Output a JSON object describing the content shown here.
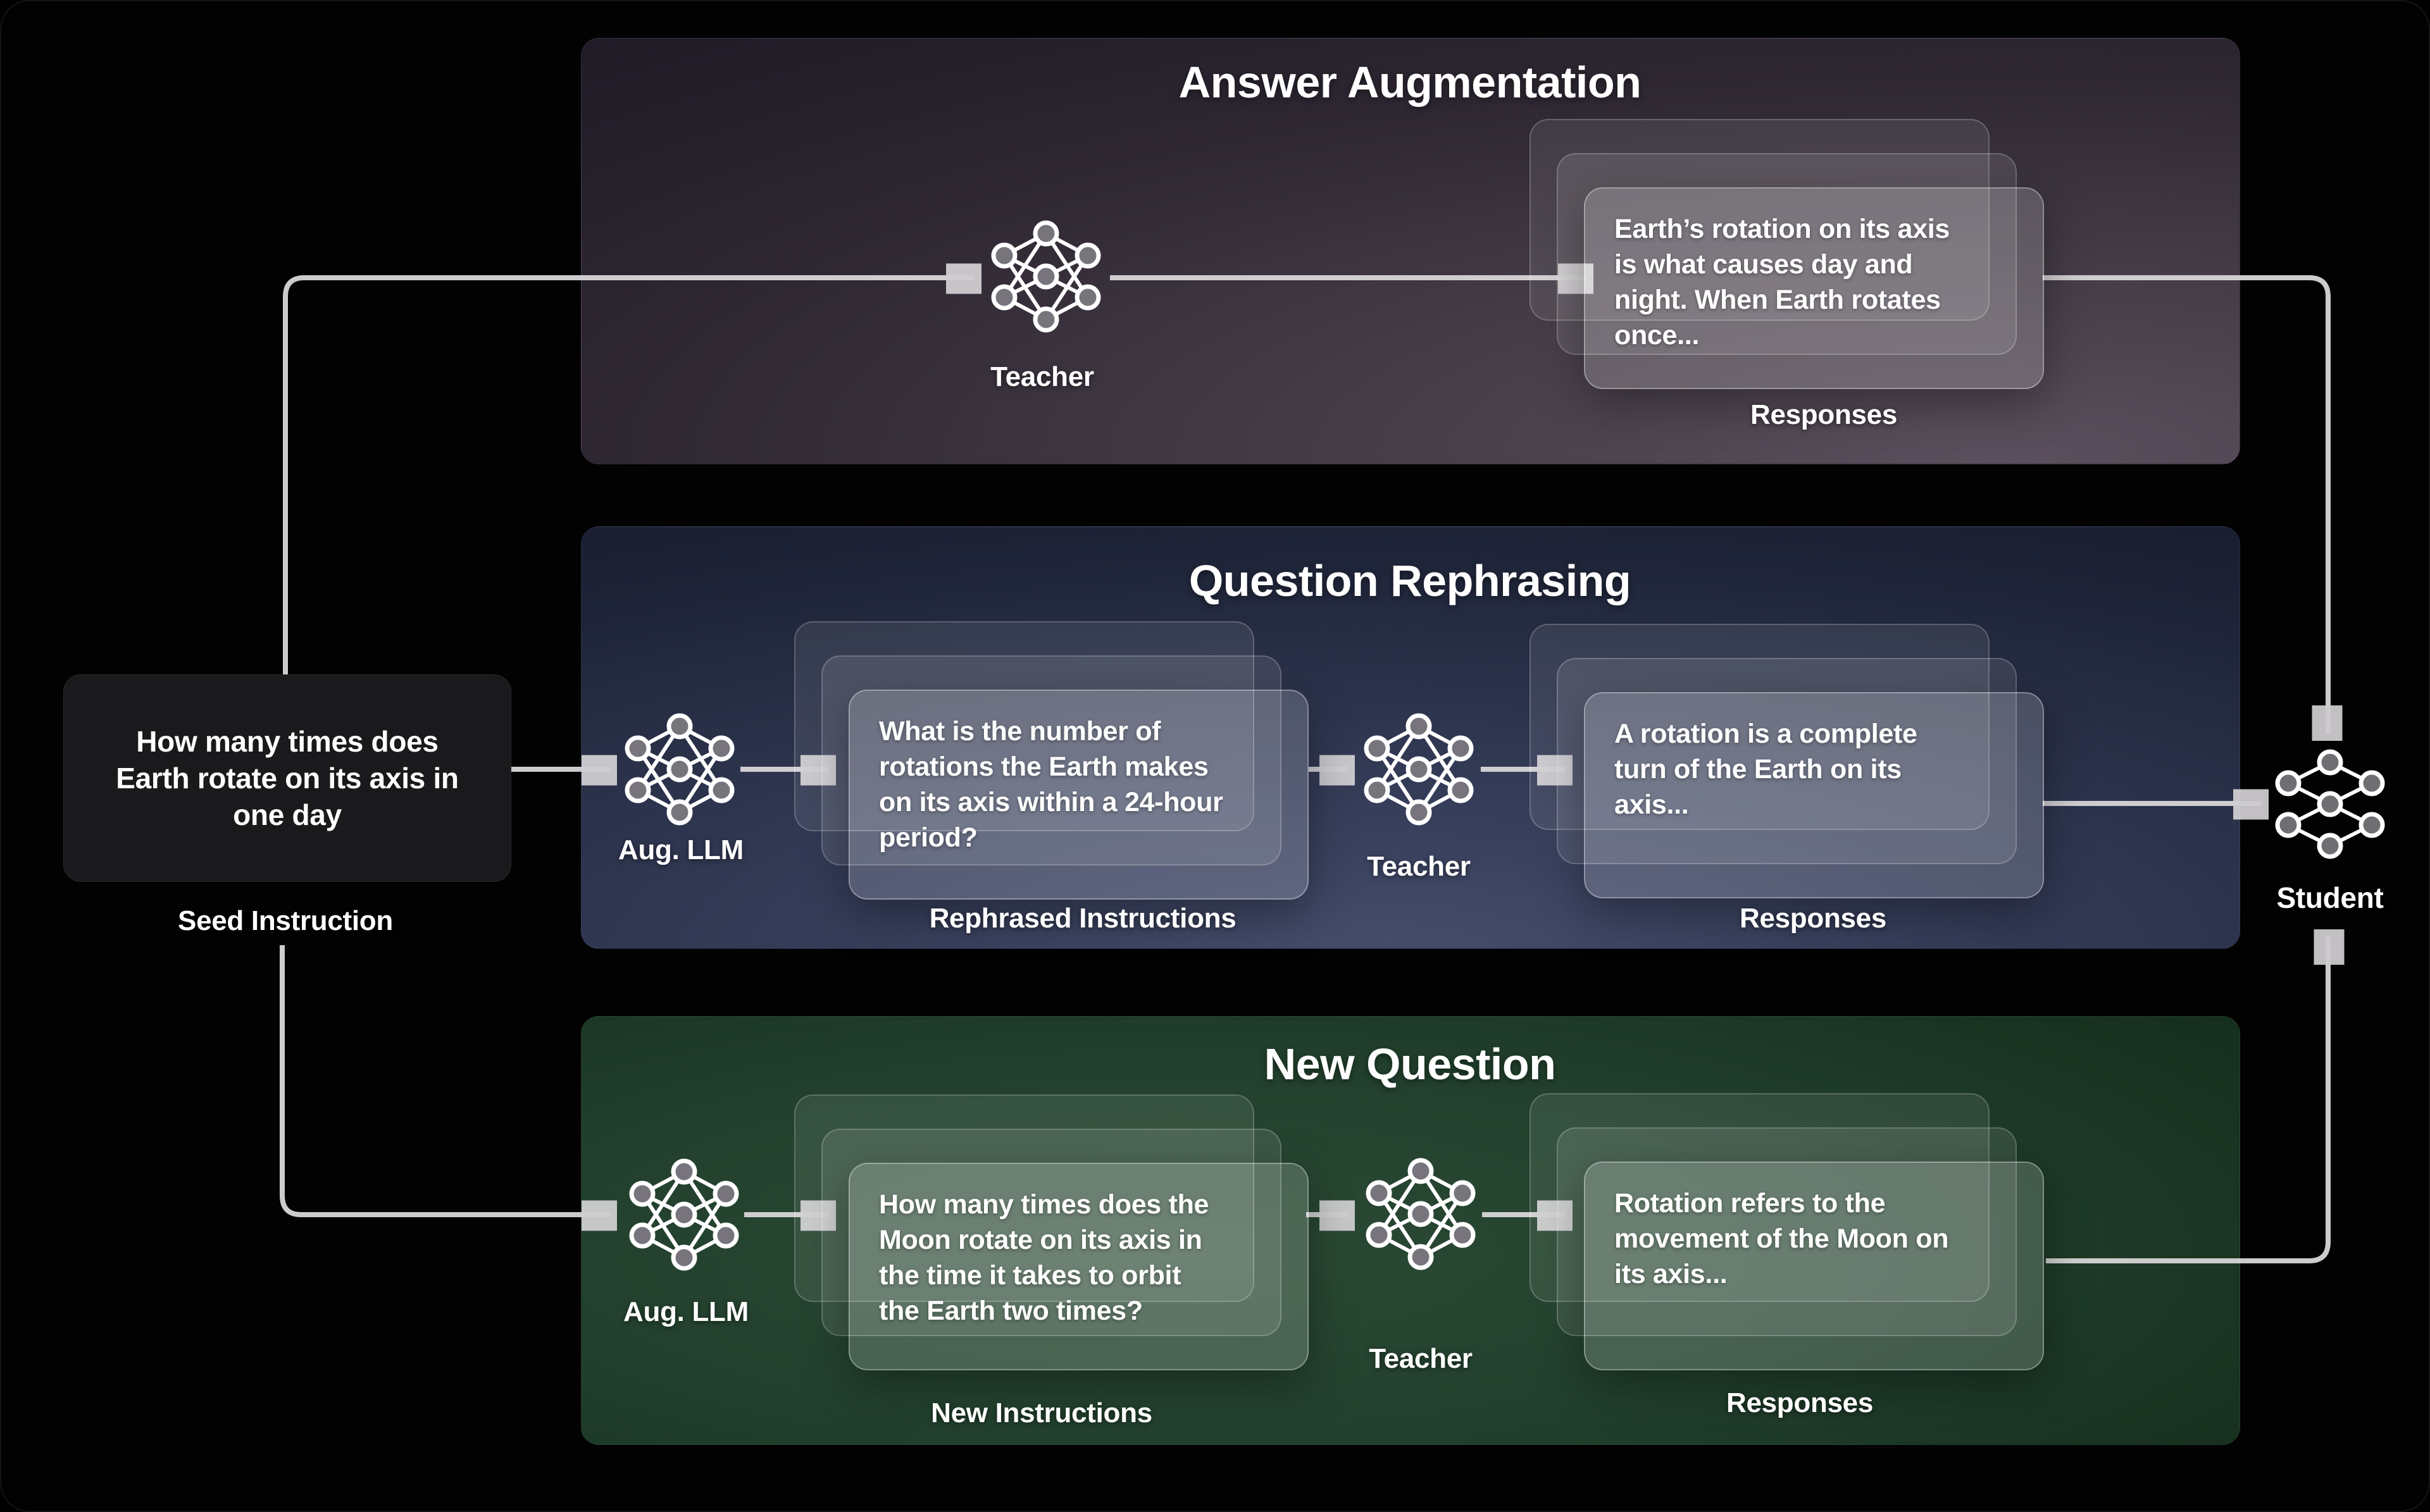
{
  "seed": {
    "text": "How many times does\nEarth rotate on its axis in\none day",
    "label": "Seed Instruction"
  },
  "student": {
    "label": "Student"
  },
  "top": {
    "title": "Answer Augmentation",
    "teacher_label": "Teacher",
    "responses_text": "Earth’s rotation on its axis\nis what causes day and\nnight. When Earth rotates\nonce...",
    "responses_label": "Responses"
  },
  "mid": {
    "title": "Question Rephrasing",
    "aug_label": "Aug. LLM",
    "instructions_text": "What is the number of\nrotations the Earth makes\non its axis within a 24-hour\nperiod?",
    "instructions_label": "Rephrased Instructions",
    "teacher_label": "Teacher",
    "responses_text": "A rotation is a complete\nturn of the Earth on its\naxis...",
    "responses_label": "Responses"
  },
  "bottom": {
    "title": "New Question",
    "aug_label": "Aug. LLM",
    "instructions_text": "How many times does the\nMoon rotate on its axis in\nthe time it takes to orbit\nthe Earth two times?",
    "instructions_label": "New Instructions",
    "teacher_label": "Teacher",
    "responses_text": "Rotation refers to the\nmovement of the Moon on\nits axis...",
    "responses_label": "Responses"
  },
  "colors": {
    "background": "#020202",
    "arrow": "#d8d6d8",
    "node_fill": "#77757b",
    "node_stroke": "#ffffff",
    "panel_top_glow": "#5b4f5d",
    "panel_mid_glow": "#454d6c",
    "panel_bottom_glow": "#2b4a34",
    "card_fill": "rgba(255,255,255,0.17)",
    "seed_box_fill": "#1a191c",
    "text": "#ffffff"
  }
}
